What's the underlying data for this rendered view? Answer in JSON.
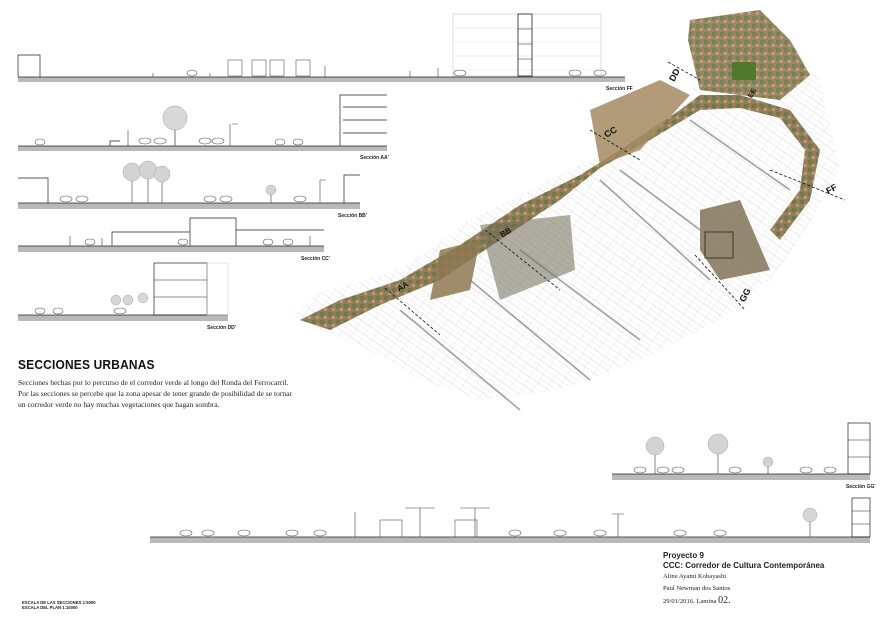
{
  "sections": [
    {
      "id": "ff",
      "label": "Sección FF"
    },
    {
      "id": "aa",
      "label": "Sección AA'"
    },
    {
      "id": "bb",
      "label": "Sección BB'"
    },
    {
      "id": "cc",
      "label": "Sección CC'"
    },
    {
      "id": "dd",
      "label": "Sección DD'"
    },
    {
      "id": "gg",
      "label": "Sección GG'"
    }
  ],
  "map_markers": [
    "DD",
    "CC",
    "BB",
    "AA",
    "FF",
    "GG",
    "EE"
  ],
  "heading": "SECCIONES URBANAS",
  "description": {
    "line1": "Secciones hechas por lo percurso de el corredor verde al longo del Ronda del Ferrocarril.",
    "line2": "Por las secciones se percebe que la zona apesar de tener grande de posibilidad de se tornar",
    "line3": "un corredor verde no hay muchas vegetaciones que hagan sombra."
  },
  "project": {
    "number": "Proyecto 9",
    "title": "CCC: Corredor de  Cultura Contemporánea",
    "author1": "Aline Ayami Kobayashi",
    "author2": "Paul Newman dos Santos",
    "date": "29/01/2016. Lamina",
    "sheet": "02."
  },
  "scale_note": {
    "line1": "ESCALA DE LAS SECCIONES 1:5000",
    "line2": "ESCALA DEL PLAN 1:10000"
  },
  "colors": {
    "ground": "#b9b9b9",
    "ink": "#222222",
    "map_green": "#5d6b3a",
    "map_brown": "#8a6f45"
  }
}
